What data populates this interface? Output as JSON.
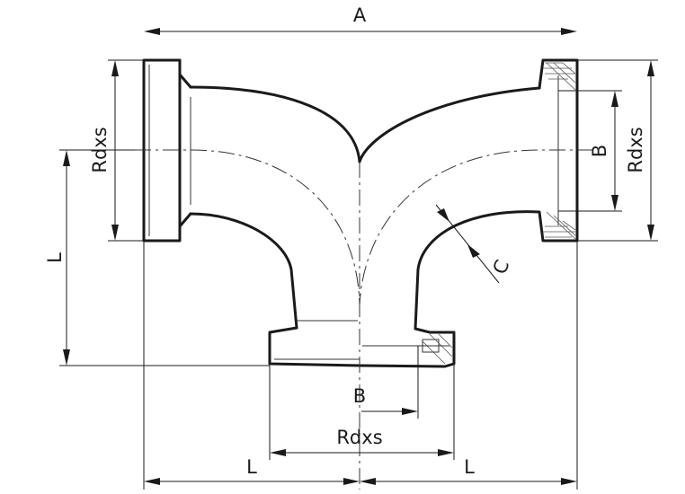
{
  "labels": {
    "overall_width": "A",
    "flange_left": "Rdxs",
    "flange_right": "Rdxs",
    "flange_bottom": "Rdxs",
    "bore_right": "B",
    "bore_bottom": "B",
    "leg_left_vertical": "L",
    "leg_bottom_left": "L",
    "leg_bottom_right": "L",
    "clamp_ring": "C"
  }
}
